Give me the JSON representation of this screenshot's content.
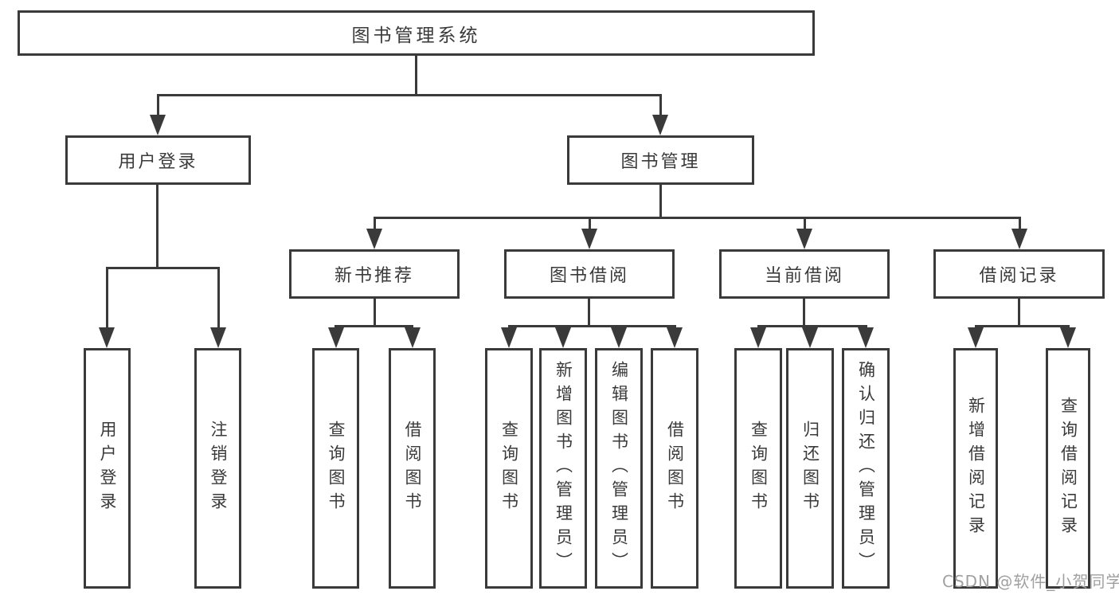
{
  "diagram_type": "hierarchy-tree",
  "colors": {
    "background": "#ffffff",
    "line": "#3a3a3a",
    "text": "#3a3a3a",
    "watermark_text": "#a0a0a0"
  },
  "watermark": {
    "text": "CSDN @软件_小贺同学"
  },
  "tree": {
    "label": "图书管理系统",
    "children": [
      {
        "label": "用户登录",
        "children": [
          {
            "label": "用户登录"
          },
          {
            "label": "注销登录"
          }
        ]
      },
      {
        "label": "图书管理",
        "children": [
          {
            "label": "新书推荐",
            "children": [
              {
                "label": "查询图书"
              },
              {
                "label": "借阅图书"
              }
            ]
          },
          {
            "label": "图书借阅",
            "children": [
              {
                "label": "查询图书"
              },
              {
                "label": "新增图书（管理员）"
              },
              {
                "label": "编辑图书（管理员）"
              },
              {
                "label": "借阅图书"
              }
            ]
          },
          {
            "label": "当前借阅",
            "children": [
              {
                "label": "查询图书"
              },
              {
                "label": "归还图书"
              },
              {
                "label": "确认归还（管理员）"
              }
            ]
          },
          {
            "label": "借阅记录",
            "children": [
              {
                "label": "新增借阅记录"
              },
              {
                "label": "查询借阅记录"
              }
            ]
          }
        ]
      }
    ]
  }
}
